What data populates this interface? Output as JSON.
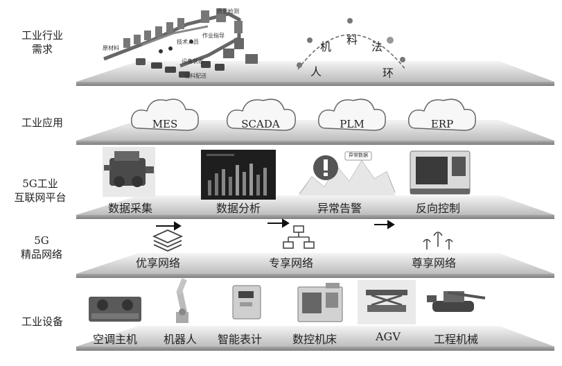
{
  "rows": [
    {
      "label": "工业行业\n需求"
    },
    {
      "label": "工业应用"
    },
    {
      "label": "5G工业\n互联网平台"
    },
    {
      "label": "5G\n精品网络"
    },
    {
      "label": "工业设备"
    }
  ],
  "demand": {
    "factory_tags": [
      "质量检测",
      "原材料",
      "作业指导",
      "技术人员",
      "设备状态",
      "物料配送"
    ],
    "elements": [
      "机",
      "料",
      "法",
      "人",
      "环"
    ]
  },
  "apps": [
    "MES",
    "SCADA",
    "PLM",
    "ERP"
  ],
  "platform": [
    "数据采集",
    "数据分析",
    "异常告警",
    "反向控制"
  ],
  "alarm_tag": "异常数据",
  "network": [
    "优享网络",
    "专享网络",
    "尊享网络"
  ],
  "devices": [
    "空调主机",
    "机器人",
    "智能表计",
    "数控机床",
    "AGV",
    "工程机械"
  ],
  "colors": {
    "slab_top": "#d4d4d4",
    "slab_edge": "#9a9a9a",
    "ink": "#222222"
  }
}
